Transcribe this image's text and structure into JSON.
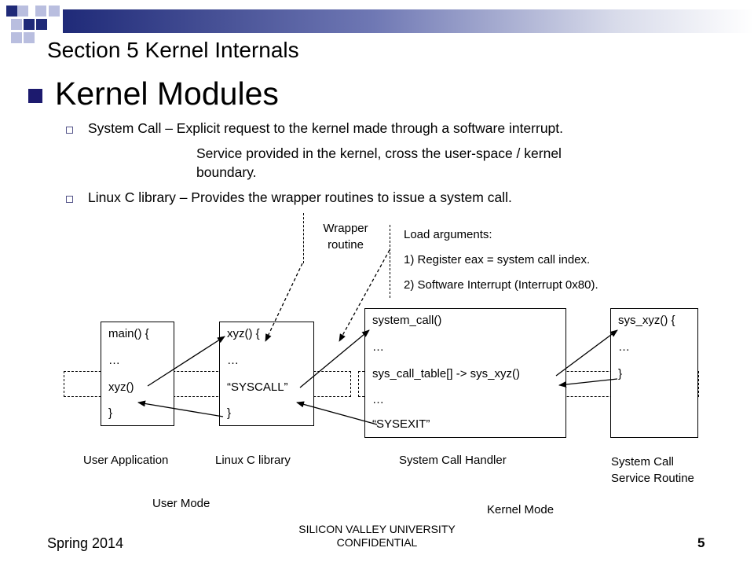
{
  "slide": {
    "section_title": "Section 5  Kernel Internals",
    "heading": "Kernel Modules",
    "bullets": [
      "System Call – Explicit request to the kernel made through a software interrupt.",
      "Linux C library – Provides the wrapper routines to issue a system call."
    ],
    "continuation_lines": [
      "Service provided in the kernel, cross the user-space / kernel",
      "boundary."
    ]
  },
  "diagram": {
    "wrapper_label": [
      "Wrapper",
      "routine"
    ],
    "load_args": [
      "Load arguments:",
      "1) Register eax = system call index.",
      "2) Software Interrupt (Interrupt 0x80)."
    ],
    "boxes": {
      "user_app": [
        "main() {",
        "…",
        "xyz()",
        "}"
      ],
      "libc": [
        "xyz() {",
        "…",
        "“SYSCALL”",
        "}"
      ],
      "handler": [
        "system_call()",
        "…",
        "sys_call_table[] -> sys_xyz()",
        "…",
        "“SYSEXIT”"
      ],
      "service": [
        "sys_xyz() {",
        "…",
        "}"
      ]
    },
    "captions": {
      "user_app": "User Application",
      "libc": "Linux C library",
      "handler": "System Call Handler",
      "service": [
        "System Call",
        "Service Routine"
      ]
    },
    "user_mode": "User Mode",
    "kernel_mode": "Kernel Mode"
  },
  "footer": {
    "term": "Spring 2014",
    "org": [
      "SILICON VALLEY UNIVERSITY",
      "CONFIDENTIAL"
    ],
    "page": "5"
  },
  "colors": {
    "bullet": "#1c1a6e",
    "title_bar_dark": "#1f2a78",
    "deco_dark": "#1f2a78",
    "deco_light": "#b9bedf"
  }
}
